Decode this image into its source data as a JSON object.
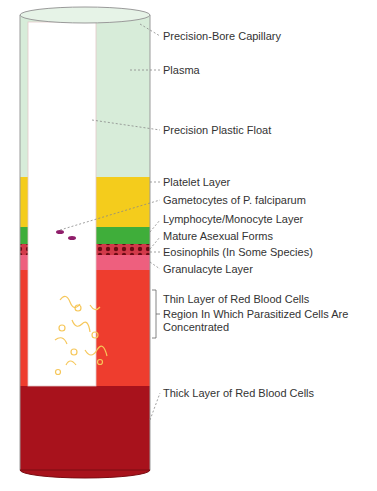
{
  "diagram": {
    "labels": [
      "Precision-Bore Capillary",
      "Plasma",
      "Precision Plastic Float",
      "Platelet Layer",
      "Gametocytes of P. falciparum",
      "Lymphocyte/Monocyte Layer",
      "Mature Asexual Forms",
      "Eosinophils (In Some Species)",
      "Granulacyte Layer",
      "Thin Layer of Red Blood Cells",
      "Region In Which Parasitized Cells Are Concentrated",
      "Thick Layer of Red Blood Cells"
    ]
  }
}
